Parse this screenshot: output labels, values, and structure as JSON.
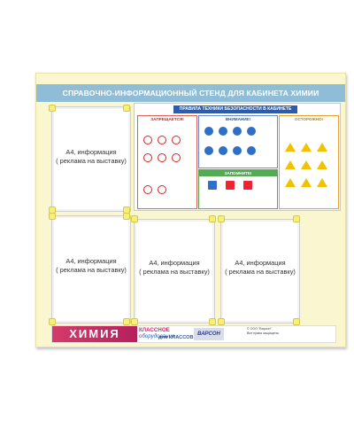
{
  "board": {
    "title": "СПРАВОЧНО-ИНФОРМАЦИОННЫЙ СТЕНД ДЛЯ КАБИНЕТА ХИМИИ"
  },
  "pockets": [
    {
      "line1": "А4, информация",
      "line2": "( реклама на выставку)"
    },
    {
      "line1": "А4, информация",
      "line2": "( реклама на выставку)"
    },
    {
      "line1": "А4, информация",
      "line2": "( реклама на выставку)"
    },
    {
      "line1": "А4, информация",
      "line2": "( реклама на выставку)"
    }
  ],
  "poster": {
    "heading": "ПРАВИЛА ТЕХНИКИ БЕЗОПАСНОСТИ В КАБИНЕТЕ ХИМИИ",
    "prohibited_label": "ЗАПРЕЩАЕТСЯ!",
    "attention_label": "ВНИМАНИЕ!",
    "remember_label": "ЗАПОМНИТЕ!",
    "caution_label": "ОСТОРОЖНО!"
  },
  "footer": {
    "brand": "ХИМИЯ",
    "class_line1": "КЛАССНОЕ",
    "class_line2": "оборудование",
    "class_line3": "для КЛАССОВ",
    "logo": "ВАРСОН",
    "info_line1": "© ООО \"Варсон\"",
    "info_line2": "Все права защищены"
  },
  "colors": {
    "board_bg": "#faf6cf",
    "title_bar": "#8fbcd6",
    "brand_pink": "#c8306a",
    "poster_blue": "#2a5db0"
  }
}
